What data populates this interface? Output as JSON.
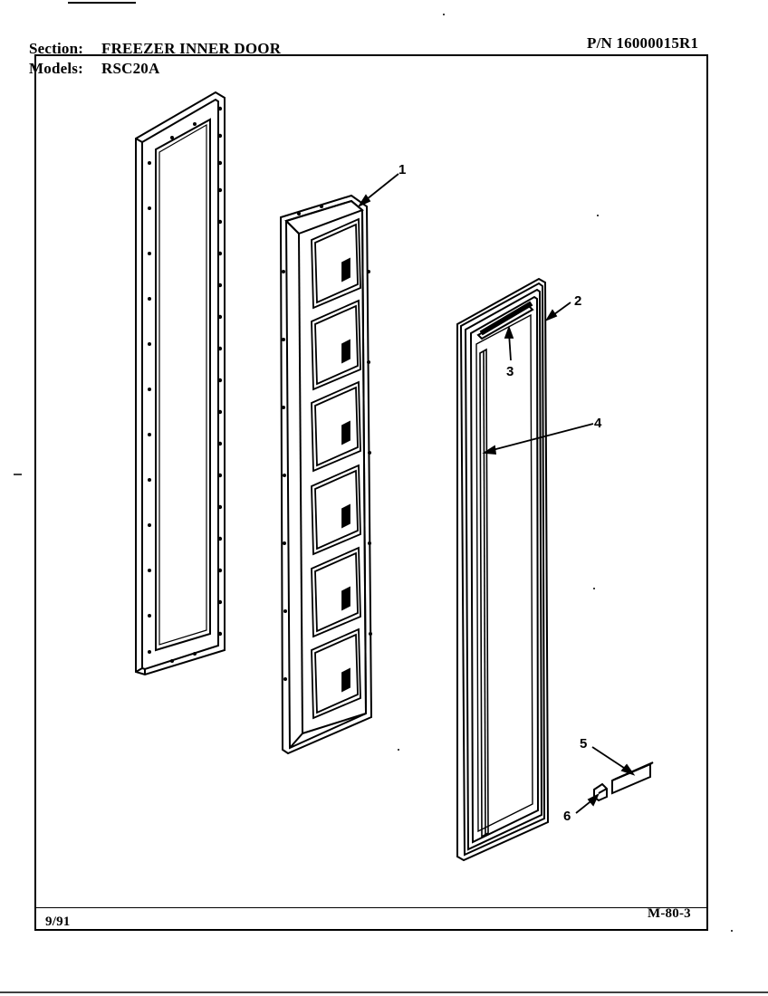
{
  "header": {
    "section_label": "Section:",
    "section_value": "FREEZER INNER DOOR",
    "models_label": "Models:",
    "models_value": "RSC20A",
    "part_number": "P/N 16000015R1"
  },
  "footer": {
    "date": "9/91",
    "page_code": "M-80-3"
  },
  "callouts": [
    "1",
    "2",
    "3",
    "4",
    "5",
    "6"
  ]
}
